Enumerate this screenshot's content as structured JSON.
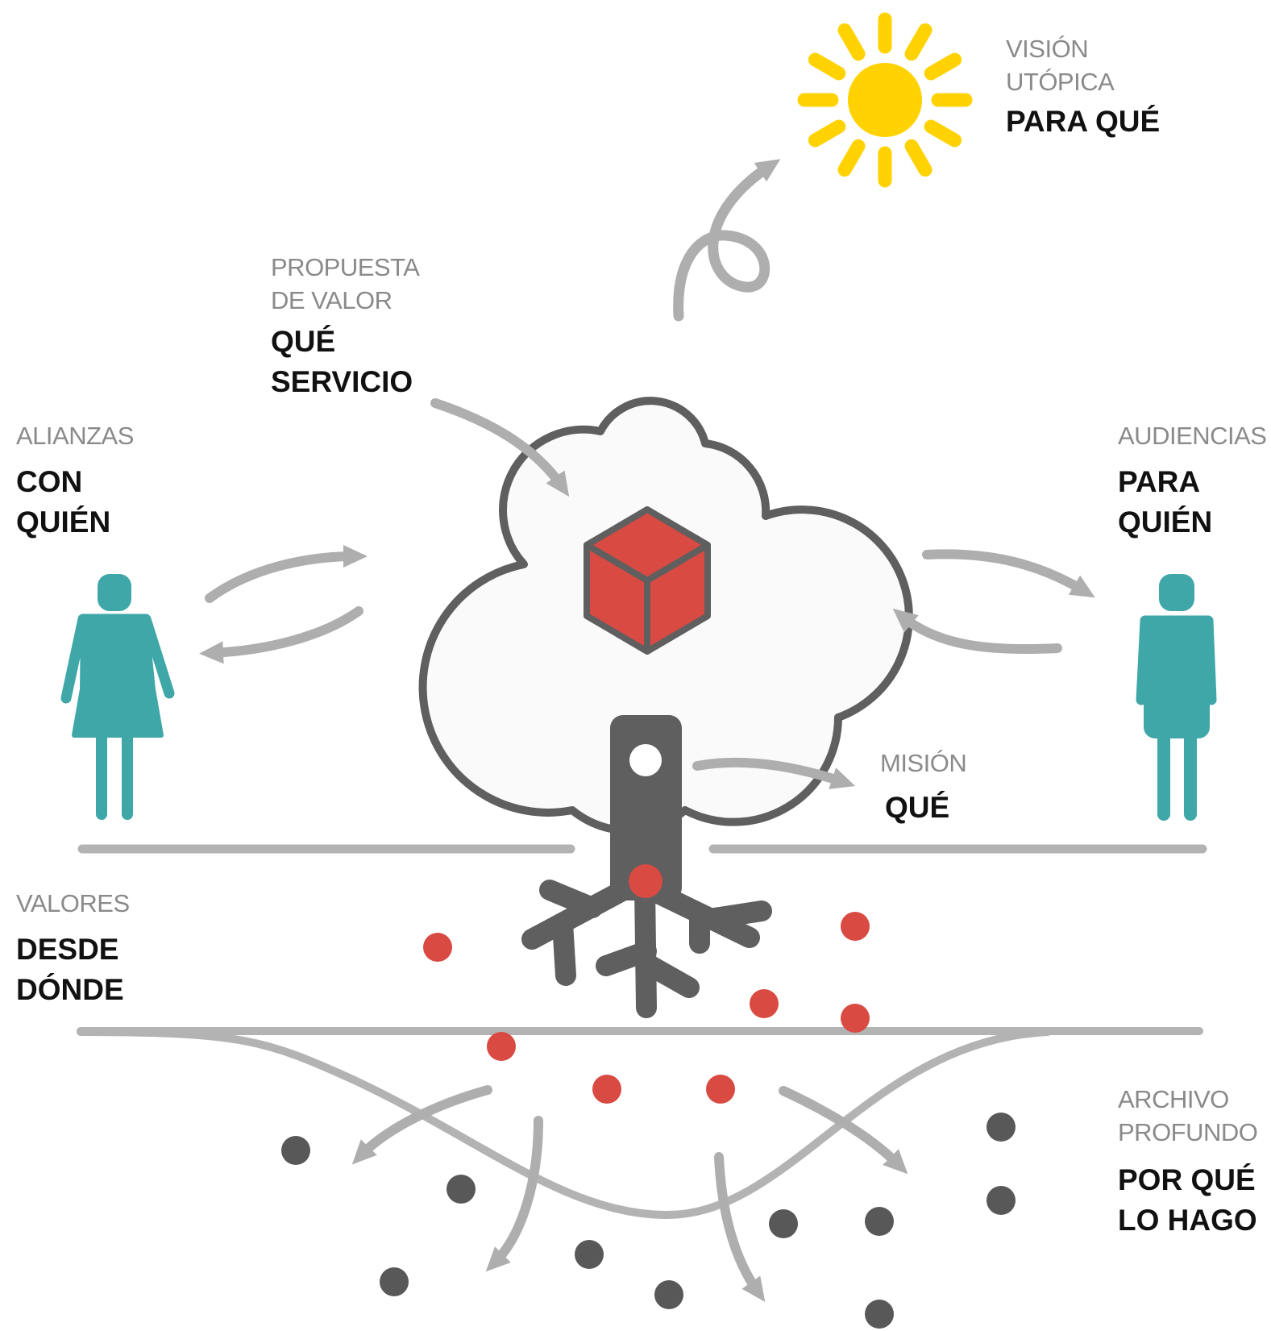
{
  "colors": {
    "sun": "#FFD200",
    "person": "#3FA7A8",
    "cube": "#D84A42",
    "dark": "#5F5F5F",
    "arrow": "#AEAEAE",
    "ground": "#B3B3B3",
    "red_dot": "#D84A42",
    "grey_dot": "#585858"
  },
  "icons": {
    "sun": "sun-icon",
    "woman": "woman-icon",
    "man": "man-icon",
    "tree": "tree-icon",
    "cube": "cube-icon"
  },
  "labels": {
    "vision": {
      "light": [
        "VISIÓN",
        "UTÓPICA"
      ],
      "bold": [
        "PARA QUÉ"
      ]
    },
    "proposal": {
      "light": [
        "PROPUESTA",
        "DE VALOR"
      ],
      "bold": [
        "QUÉ",
        "SERVICIO"
      ]
    },
    "alliances": {
      "light": [
        "ALIANZAS"
      ],
      "bold": [
        "CON",
        "QUIÉN"
      ]
    },
    "audiences": {
      "light": [
        "AUDIENCIAS"
      ],
      "bold": [
        "PARA",
        "QUIÉN"
      ]
    },
    "mission": {
      "light": [
        "MISIÓN"
      ],
      "bold": [
        "QUÉ"
      ]
    },
    "values": {
      "light": [
        "VALORES"
      ],
      "bold": [
        "DESDE",
        "DÓNDE"
      ]
    },
    "archive": {
      "light": [
        "ARCHIVO",
        "PROFUNDO"
      ],
      "bold": [
        "POR QUÉ",
        "LO HAGO"
      ]
    }
  }
}
